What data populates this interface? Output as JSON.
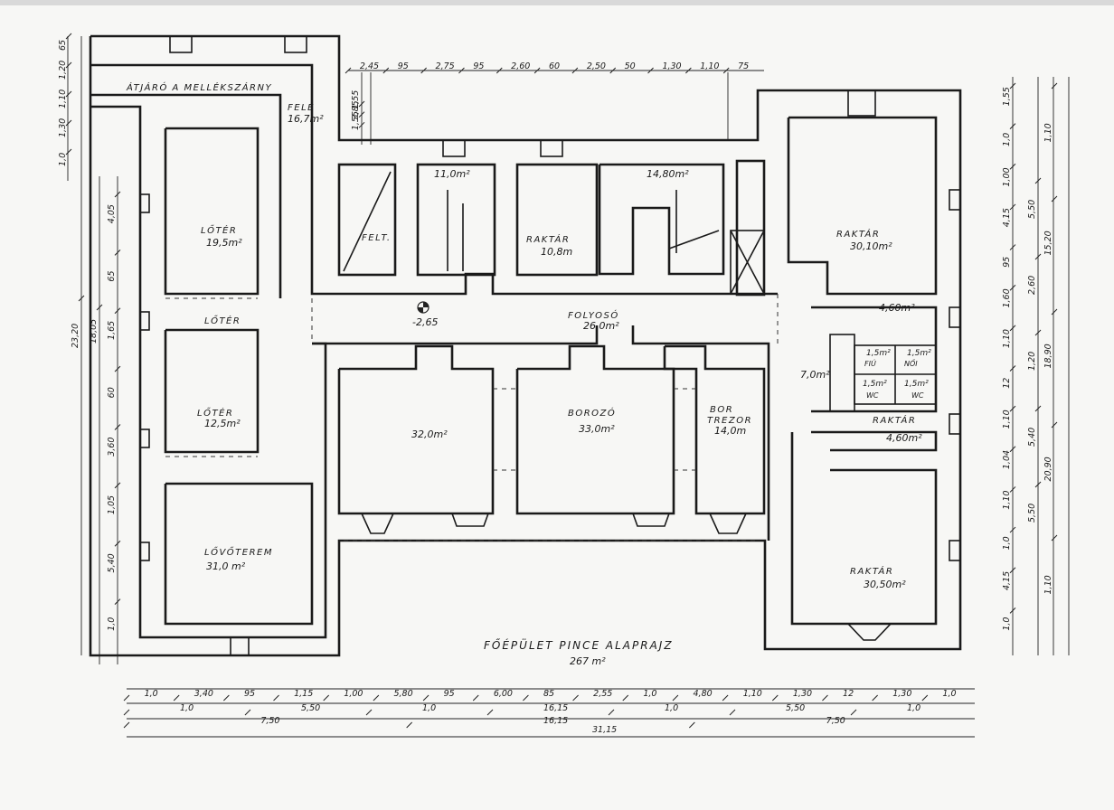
{
  "title": "FŐÉPÜLET PINCE ALAPRAJZ",
  "total_area": "267 m²",
  "rooms": {
    "passage_label": "ÁTJÁRÓ A MELLÉKSZÁRNY",
    "passage_label2": "FELÉ",
    "passage_area": "16,7m²",
    "shooting1_label": "LŐTÉR",
    "shooting1_area": "19,5m²",
    "shooting_mid_label": "LŐTÉR",
    "shooting2_label": "LŐTÉR",
    "shooting2_area": "12,5m²",
    "range_label": "LŐVŐTEREM",
    "range_area": "31,0 m²",
    "felt_label": "FELT.",
    "stair1_area": "11,0m²",
    "storage_small_label": "RAKTÁR",
    "storage_small_area": "10,8m",
    "stair2_area": "14,80m²",
    "corridor_label": "FOLYOSÓ",
    "corridor_area": "26,0m²",
    "level_marker": "-2,65",
    "room32_area": "32,0m²",
    "borozo_label": "BOROZÓ",
    "borozo_area": "33,0m²",
    "bor_label": "BOR",
    "trezor_label": "TREZOR",
    "trezor_area": "14,0m",
    "raktar1_label": "RAKTÁR",
    "raktar1_area": "30,10m²",
    "hall_area": "4,60m²",
    "wc1_area": "1,5m²",
    "wc1_label": "FIÚ",
    "wc2_area": "1,5m²",
    "wc2_label": "NŐI",
    "wc3_area": "1,5m²",
    "wc3_label": "WC",
    "wc4_area": "1,5m²",
    "wc4_label": "WC",
    "side_area": "7,0m²",
    "raktar2_label": "RAKTÁR",
    "raktar2_area": "4,60m²",
    "raktar3_label": "RAKTÁR",
    "raktar3_area": "30,50m²"
  },
  "dims_top": [
    "2,45",
    "95",
    "2,75",
    "95",
    "2,60",
    "60",
    "2,50",
    "50",
    "1,30",
    "1,10",
    "75"
  ],
  "dims_bottom_row1": [
    "1,0",
    "3,40",
    "95",
    "1,15",
    "1,00",
    "5,80",
    "95",
    "6,00",
    "85",
    "2,55",
    "1,0",
    "4,80",
    "1,10",
    "1,30",
    "12",
    "1,30",
    "1,0"
  ],
  "dims_bottom_row2": [
    "1,0",
    "5,50",
    "1,0",
    "16,15",
    "1,0",
    "5,50",
    "1,0"
  ],
  "dims_bottom_row3": [
    "7,50",
    "16,15",
    "7,50"
  ],
  "dims_bottom_total": "31,15",
  "dims_left_outer": [
    "23,20"
  ],
  "dims_left_mid": [
    "18,05"
  ],
  "dims_left_inner": [
    "4,05",
    "65",
    "1,65",
    "60",
    "3,60",
    "1,05",
    "5,40",
    "1,0"
  ],
  "dims_left_top": [
    "65",
    "1,20",
    "1,10",
    "1,30",
    "1,0"
  ],
  "dims_right_inner": [
    "1,55",
    "1,0",
    "1,00",
    "4,15",
    "95",
    "1,60",
    "1,10",
    "12",
    "1,10",
    "1,04",
    "1,10",
    "1,0",
    "4,15",
    "1,0"
  ],
  "dims_right_mid": [
    "5,50",
    "2,60",
    "1,20",
    "5,40",
    "5,50"
  ],
  "dims_right_outer": [
    "1,10",
    "15,20",
    "18,90",
    "20,90",
    "1,10"
  ],
  "dims_inner_small": [
    "1,55",
    "3,85",
    "1,55"
  ]
}
